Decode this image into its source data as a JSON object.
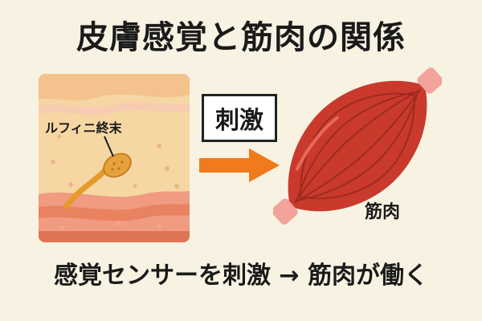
{
  "title": "皮膚感覚と筋肉の関係",
  "skin": {
    "ending_label": "ルフィニ終末"
  },
  "stimulus_label": "刺激",
  "muscle_label": "筋肉",
  "caption": "感覚センサーを刺激 → 筋肉が働く",
  "colors": {
    "background": "#f8f2e2",
    "arrow": "#f07a1c",
    "muscle": "#c93a2c",
    "tendon": "#f2a39a",
    "nerve": "#e59a2a"
  },
  "icons": {
    "arrow": "arrow-right-icon",
    "muscle": "muscle-icon",
    "skin": "skin-cross-section-icon"
  }
}
